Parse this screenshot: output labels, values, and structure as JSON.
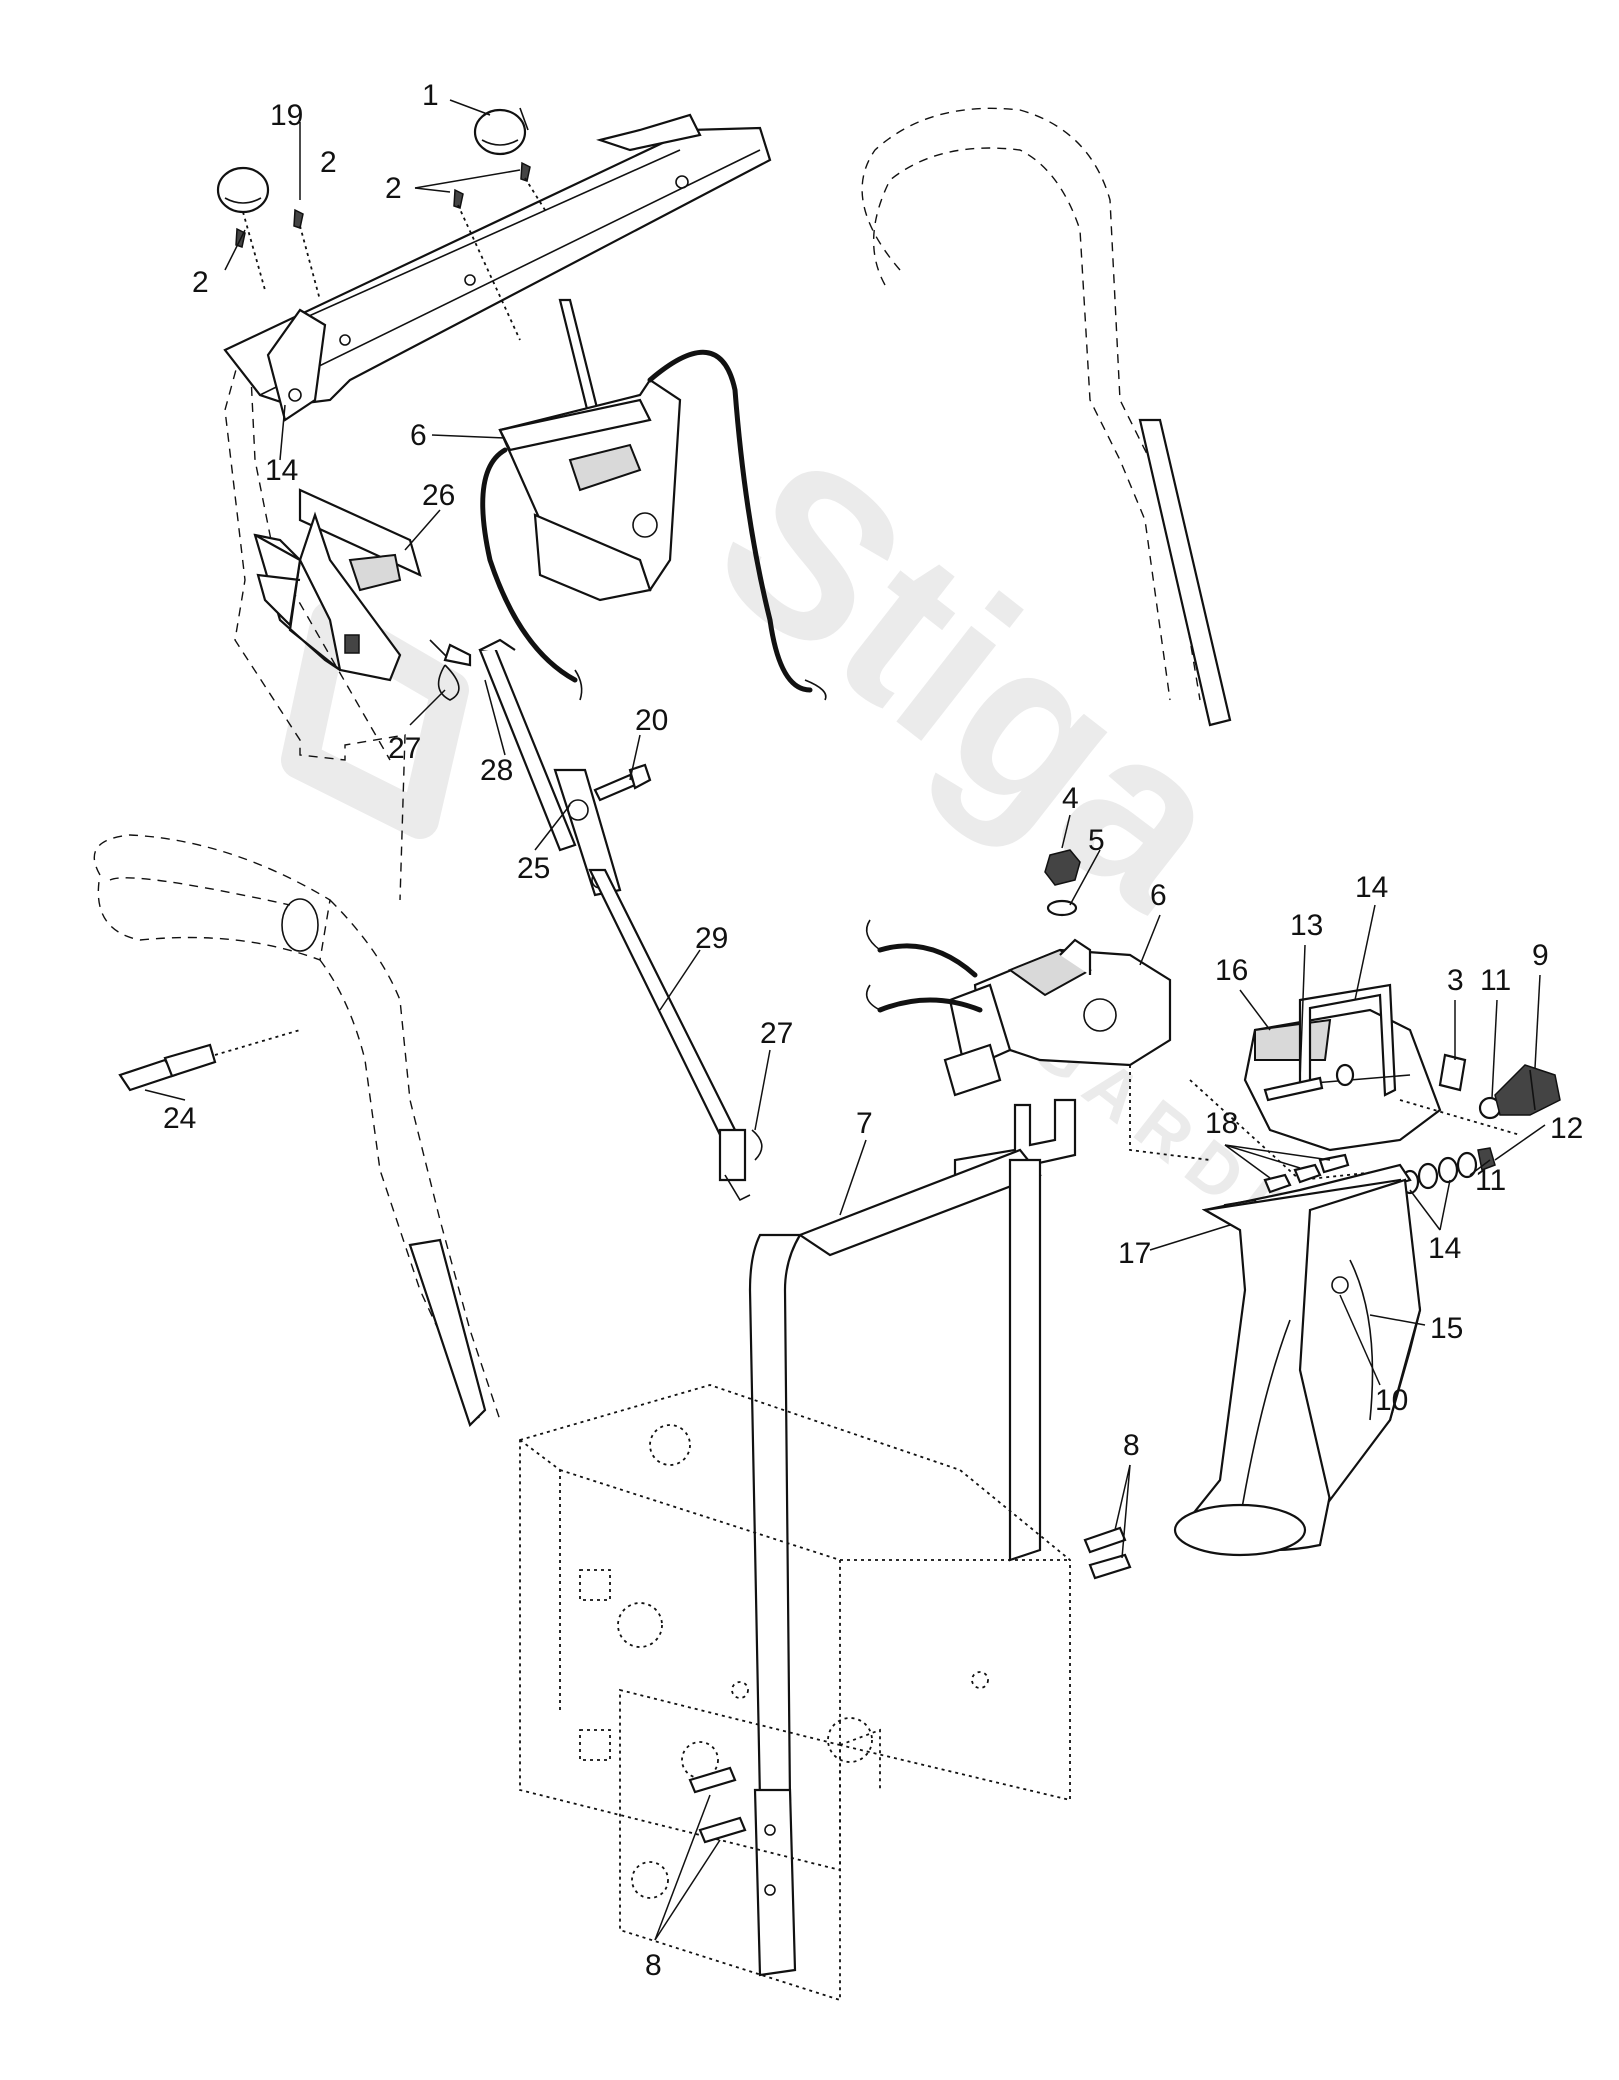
{
  "watermark": {
    "brand": "Stiga",
    "sub": "GARDEN",
    "color": "#ebebeb"
  },
  "callouts": [
    {
      "label": "1"
    },
    {
      "label": "19"
    },
    {
      "label": "2"
    },
    {
      "label": "2"
    },
    {
      "label": "2"
    },
    {
      "label": "6"
    },
    {
      "label": "14"
    },
    {
      "label": "26"
    },
    {
      "label": "27"
    },
    {
      "label": "28"
    },
    {
      "label": "20"
    },
    {
      "label": "25"
    },
    {
      "label": "29"
    },
    {
      "label": "27"
    },
    {
      "label": "24"
    },
    {
      "label": "4"
    },
    {
      "label": "5"
    },
    {
      "label": "6"
    },
    {
      "label": "7"
    },
    {
      "label": "14"
    },
    {
      "label": "13"
    },
    {
      "label": "3"
    },
    {
      "label": "11"
    },
    {
      "label": "9"
    },
    {
      "label": "16"
    },
    {
      "label": "12"
    },
    {
      "label": "18"
    },
    {
      "label": "11"
    },
    {
      "label": "14"
    },
    {
      "label": "17"
    },
    {
      "label": "15"
    },
    {
      "label": "10"
    },
    {
      "label": "8"
    },
    {
      "label": "8"
    }
  ]
}
